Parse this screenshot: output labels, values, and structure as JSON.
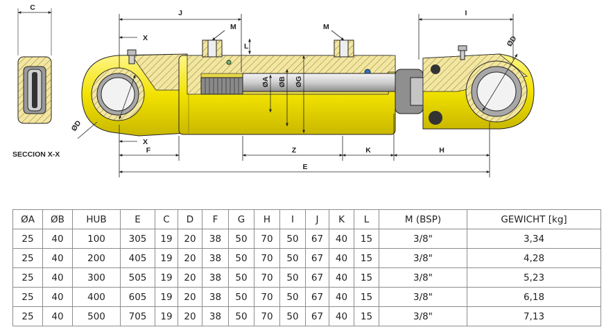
{
  "drawing": {
    "dimension_labels": {
      "c": "C",
      "j": "J",
      "i": "I",
      "m_left": "M",
      "m_right": "M",
      "x_top": "X",
      "x_bottom": "X",
      "l": "L",
      "dia_a": "ØA",
      "dia_b": "ØB",
      "dia_g": "ØG",
      "dia_d_left": "ØD",
      "dia_d_right": "ØD",
      "f": "F",
      "z": "Z",
      "k": "K",
      "h": "H",
      "e": "E"
    },
    "section_label": "SECCION X-X"
  },
  "table": {
    "headers": [
      "ØA",
      "ØB",
      "HUB",
      "E",
      "C",
      "D",
      "F",
      "G",
      "H",
      "I",
      "J",
      "K",
      "L",
      "M (BSP)",
      "GEWICHT [kg]"
    ],
    "rows": [
      [
        "25",
        "40",
        "100",
        "305",
        "19",
        "20",
        "38",
        "50",
        "70",
        "50",
        "67",
        "40",
        "15",
        "3/8\"",
        "3,34"
      ],
      [
        "25",
        "40",
        "200",
        "405",
        "19",
        "20",
        "38",
        "50",
        "70",
        "50",
        "67",
        "40",
        "15",
        "3/8\"",
        "4,28"
      ],
      [
        "25",
        "40",
        "300",
        "505",
        "19",
        "20",
        "38",
        "50",
        "70",
        "50",
        "67",
        "40",
        "15",
        "3/8\"",
        "5,23"
      ],
      [
        "25",
        "40",
        "400",
        "605",
        "19",
        "20",
        "38",
        "50",
        "70",
        "50",
        "67",
        "40",
        "15",
        "3/8\"",
        "6,18"
      ],
      [
        "25",
        "40",
        "500",
        "705",
        "19",
        "20",
        "38",
        "50",
        "70",
        "50",
        "67",
        "40",
        "15",
        "3/8\"",
        "7,13"
      ]
    ]
  }
}
